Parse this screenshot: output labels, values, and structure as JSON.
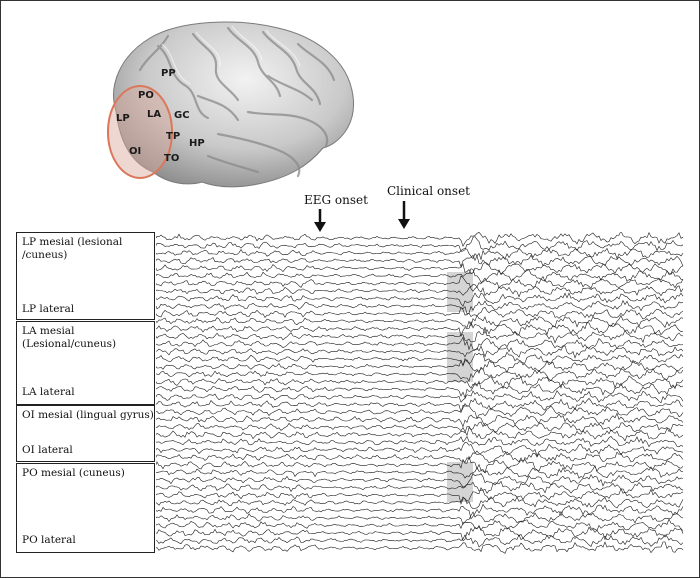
{
  "brain": {
    "regions": [
      {
        "id": "PP",
        "label": "PP"
      },
      {
        "id": "PO",
        "label": "PO"
      },
      {
        "id": "LP",
        "label": "LP"
      },
      {
        "id": "LA",
        "label": "LA"
      },
      {
        "id": "GC",
        "label": "GC"
      },
      {
        "id": "TP",
        "label": "TP"
      },
      {
        "id": "HP",
        "label": "HP"
      },
      {
        "id": "OI",
        "label": "OI"
      },
      {
        "id": "TO",
        "label": "TO"
      }
    ],
    "highlight_color": "#d9785a"
  },
  "markers": {
    "eeg_onset": "EEG onset",
    "clinical_onset": "Clinical onset"
  },
  "channel_groups": [
    {
      "top_label": "LP mesial (lesional\n/cuneus)",
      "bottom_label": "LP lateral"
    },
    {
      "top_label": "LA mesial\n(Lesional/cuneus)",
      "bottom_label": "LA lateral"
    },
    {
      "top_label": "OI mesial (lingual gyrus)",
      "bottom_label": "OI lateral"
    },
    {
      "top_label": "PO mesial (cuneus)",
      "bottom_label": "PO lateral"
    }
  ]
}
